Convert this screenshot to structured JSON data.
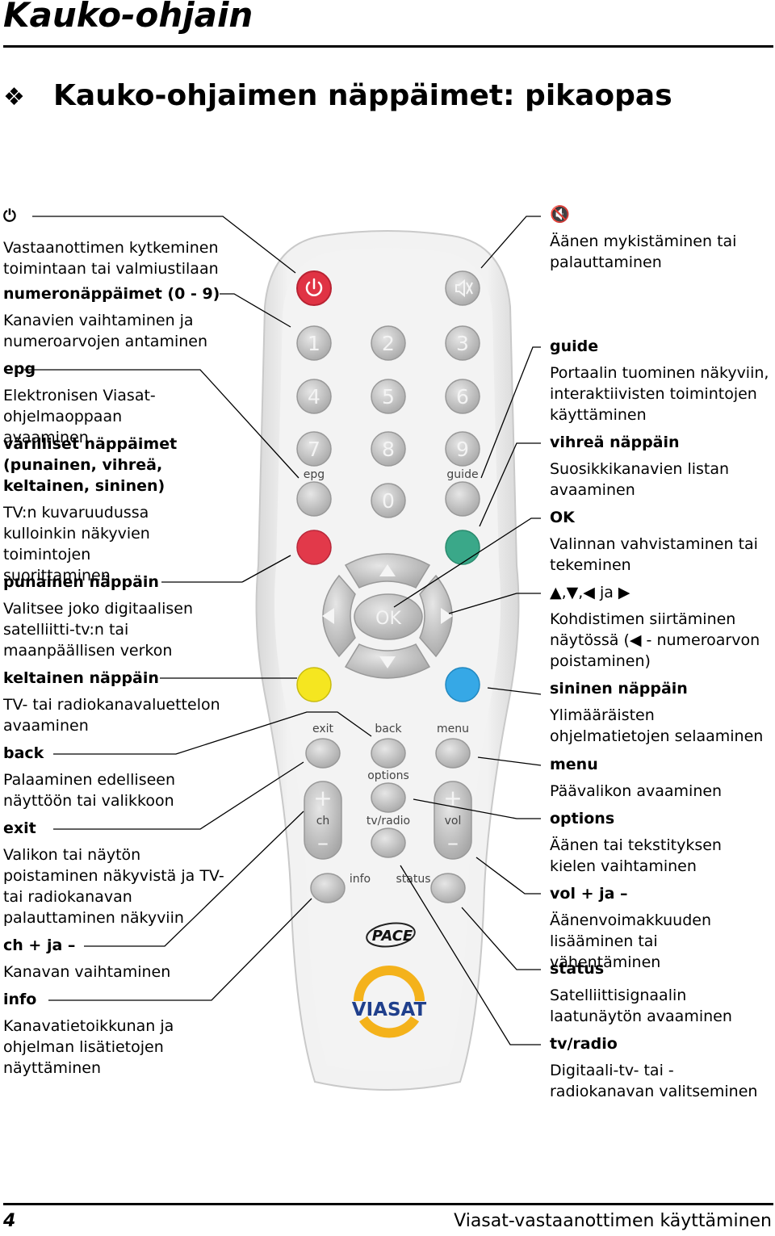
{
  "header": {
    "chapter": "Kauko-ohjain",
    "section_symbol": "❖",
    "section_title": "Kauko-ohjaimen näppäimet: pikaopas"
  },
  "left": [
    {
      "icon": "⏻",
      "desc": "Vastaanottimen kytkeminen toimintaan tai valmiustilaan"
    },
    {
      "label": "numeronäppäimet (0 - 9)",
      "desc": "Kanavien vaihtaminen ja numeroarvojen antaminen"
    },
    {
      "label": "epg",
      "desc": "Elektronisen Viasat-ohjelmaoppaan avaaminen"
    },
    {
      "label": "värilliset näppäimet (punainen, vihreä, keltainen, sininen)",
      "desc": "TV:n kuvaruudussa kulloinkin näkyvien toimintojen suorittaminen"
    },
    {
      "label": "punainen näppäin",
      "desc": "Valitsee joko digitaalisen satelliitti-tv:n tai maanpäällisen verkon"
    },
    {
      "label": "keltainen näppäin",
      "desc": "TV- tai radiokanavaluettelon avaaminen"
    },
    {
      "label": "back",
      "desc": "Palaaminen edelliseen näyttöön tai valikkoon"
    },
    {
      "label": "exit",
      "desc": "Valikon tai näytön poistaminen näkyvistä ja TV- tai radiokanavan palauttaminen näkyviin"
    },
    {
      "label": "ch + ja –",
      "desc": "Kanavan vaihtaminen"
    },
    {
      "label": "info",
      "desc": "Kanavatietoikkunan ja ohjelman lisätietojen näyttäminen"
    }
  ],
  "right": [
    {
      "icon": "🔇",
      "desc": "Äänen mykistäminen tai palauttaminen"
    },
    {
      "label": "guide",
      "desc": "Portaalin tuominen näkyviin, interaktiivisten toimintojen käyttäminen"
    },
    {
      "label": "vihreä näppäin",
      "desc": "Suosikkikanavien listan avaaminen"
    },
    {
      "label": "OK",
      "desc": "Valinnan vahvistaminen tai tekeminen"
    },
    {
      "label": "▲,▼,◀ ja ▶",
      "desc": "Kohdistimen siirtäminen näytössä (◀ - numeroarvon poistaminen)"
    },
    {
      "label": "sininen näppäin",
      "desc": "Ylimääräisten ohjelmatietojen selaaminen"
    },
    {
      "label": "menu",
      "desc": "Päävalikon avaaminen"
    },
    {
      "label": "options",
      "desc": "Äänen tai tekstityksen kielen vaihtaminen"
    },
    {
      "label": "vol + ja –",
      "desc": "Äänenvoimakkuuden lisääminen tai vähentäminen"
    },
    {
      "label": "status",
      "desc": "Satelliittisignaalin laatunäytön avaaminen"
    },
    {
      "label": "tv/radio",
      "desc": "Digitaali-tv- tai -radiokanavan valitseminen"
    }
  ],
  "remote": {
    "digits": [
      "1",
      "2",
      "3",
      "4",
      "5",
      "6",
      "7",
      "8",
      "9",
      "0"
    ],
    "epg": "epg",
    "guide": "guide",
    "ok": "OK",
    "exit": "exit",
    "back": "back",
    "menu": "menu",
    "options": "options",
    "ch": "ch",
    "tvradio": "tv/radio",
    "vol": "vol",
    "info": "info",
    "status": "status",
    "plus": "+",
    "minus": "–",
    "brand_pace": "PACE",
    "brand_viasat": "VIASAT",
    "colors": {
      "red": "#e2394a",
      "green": "#3aa889",
      "yellow": "#f5e620",
      "blue": "#36a8e6",
      "power": "#e03344"
    }
  },
  "footer": {
    "page_number": "4",
    "text": "Viasat-vastaanottimen käyttäminen"
  }
}
